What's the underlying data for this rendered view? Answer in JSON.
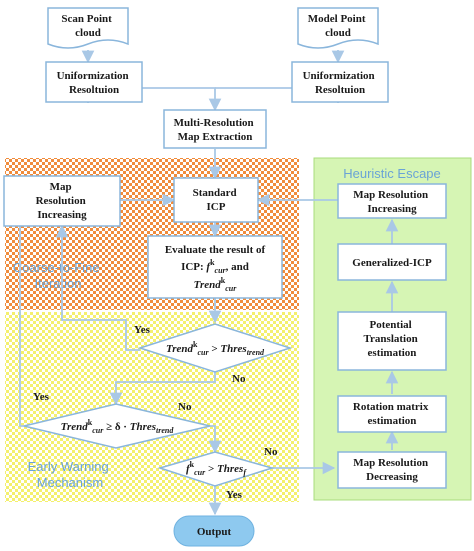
{
  "nodes": {
    "scan_point_cloud": [
      "Scan Point",
      "cloud"
    ],
    "model_point_cloud": [
      "Model Point",
      "cloud"
    ],
    "uniform_left": [
      "Uniformization",
      "Resoltuion"
    ],
    "uniform_right": [
      "Uniformization",
      "Resoltuion"
    ],
    "multi_res": [
      "Multi-Resolution",
      "Map Extraction"
    ],
    "map_res_increasing_left": [
      "Map",
      "Resolution",
      "Increasing"
    ],
    "standard_icp": [
      "Standard",
      "ICP"
    ],
    "evaluate_line1": "Evaluate the result of",
    "evaluate_line2_prefix": "ICP: ",
    "evaluate_line2_var": "f",
    "evaluate_line2_sup": "k",
    "evaluate_line2_sub": "cur",
    "evaluate_line2_suffix": ", and",
    "evaluate_line3_var": "Trend",
    "evaluate_line3_sup": "k",
    "evaluate_line3_sub": "cur",
    "decision1": {
      "var": "Trend",
      "sup": "k",
      "sub": "cur",
      "op": " > ",
      "thres": "Thres",
      "thres_sub": "trend"
    },
    "decision2": {
      "var": "Trend",
      "sup": "k",
      "sub": "cur",
      "op": " ≥ δ · ",
      "thres": "Thres",
      "thres_sub": "trend"
    },
    "decision3": {
      "var": "f",
      "sup": "k",
      "sub": "cur",
      "op": " > ",
      "thres": "Thres",
      "thres_sub": "f"
    },
    "output": "Output",
    "map_res_increasing_right": [
      "Map Resolution",
      "Increasing"
    ],
    "generalized_icp": "Generalized-ICP",
    "potential_translation": [
      "Potential",
      "Translation",
      "estimation"
    ],
    "rotation_matrix": [
      "Rotation matrix",
      "estimation"
    ],
    "map_res_decreasing": [
      "Map Resolution",
      "Decreasing"
    ]
  },
  "regions": {
    "coarse_to_fine": [
      "Coarse-to-Fine",
      "Iteration"
    ],
    "early_warning": [
      "Early Warning",
      "Mechanism"
    ],
    "heuristic_escape": "Heuristic Escape"
  },
  "edge_labels": {
    "d1_yes": "Yes",
    "d1_no": "No",
    "d2_yes": "Yes",
    "d2_no": "No",
    "d3_no": "No",
    "d3_yes": "Yes"
  },
  "colors": {
    "coarse_region": "#f08c3c",
    "early_region": "#f4f06e",
    "heuristic_region": "#d6f5b4",
    "heuristic_border": "#a8dc7c",
    "box_border": "#8ab6dc",
    "arrow": "#a9c8e6",
    "output_fill": "#8ec9ef",
    "region_text": "#6aa3d6"
  }
}
